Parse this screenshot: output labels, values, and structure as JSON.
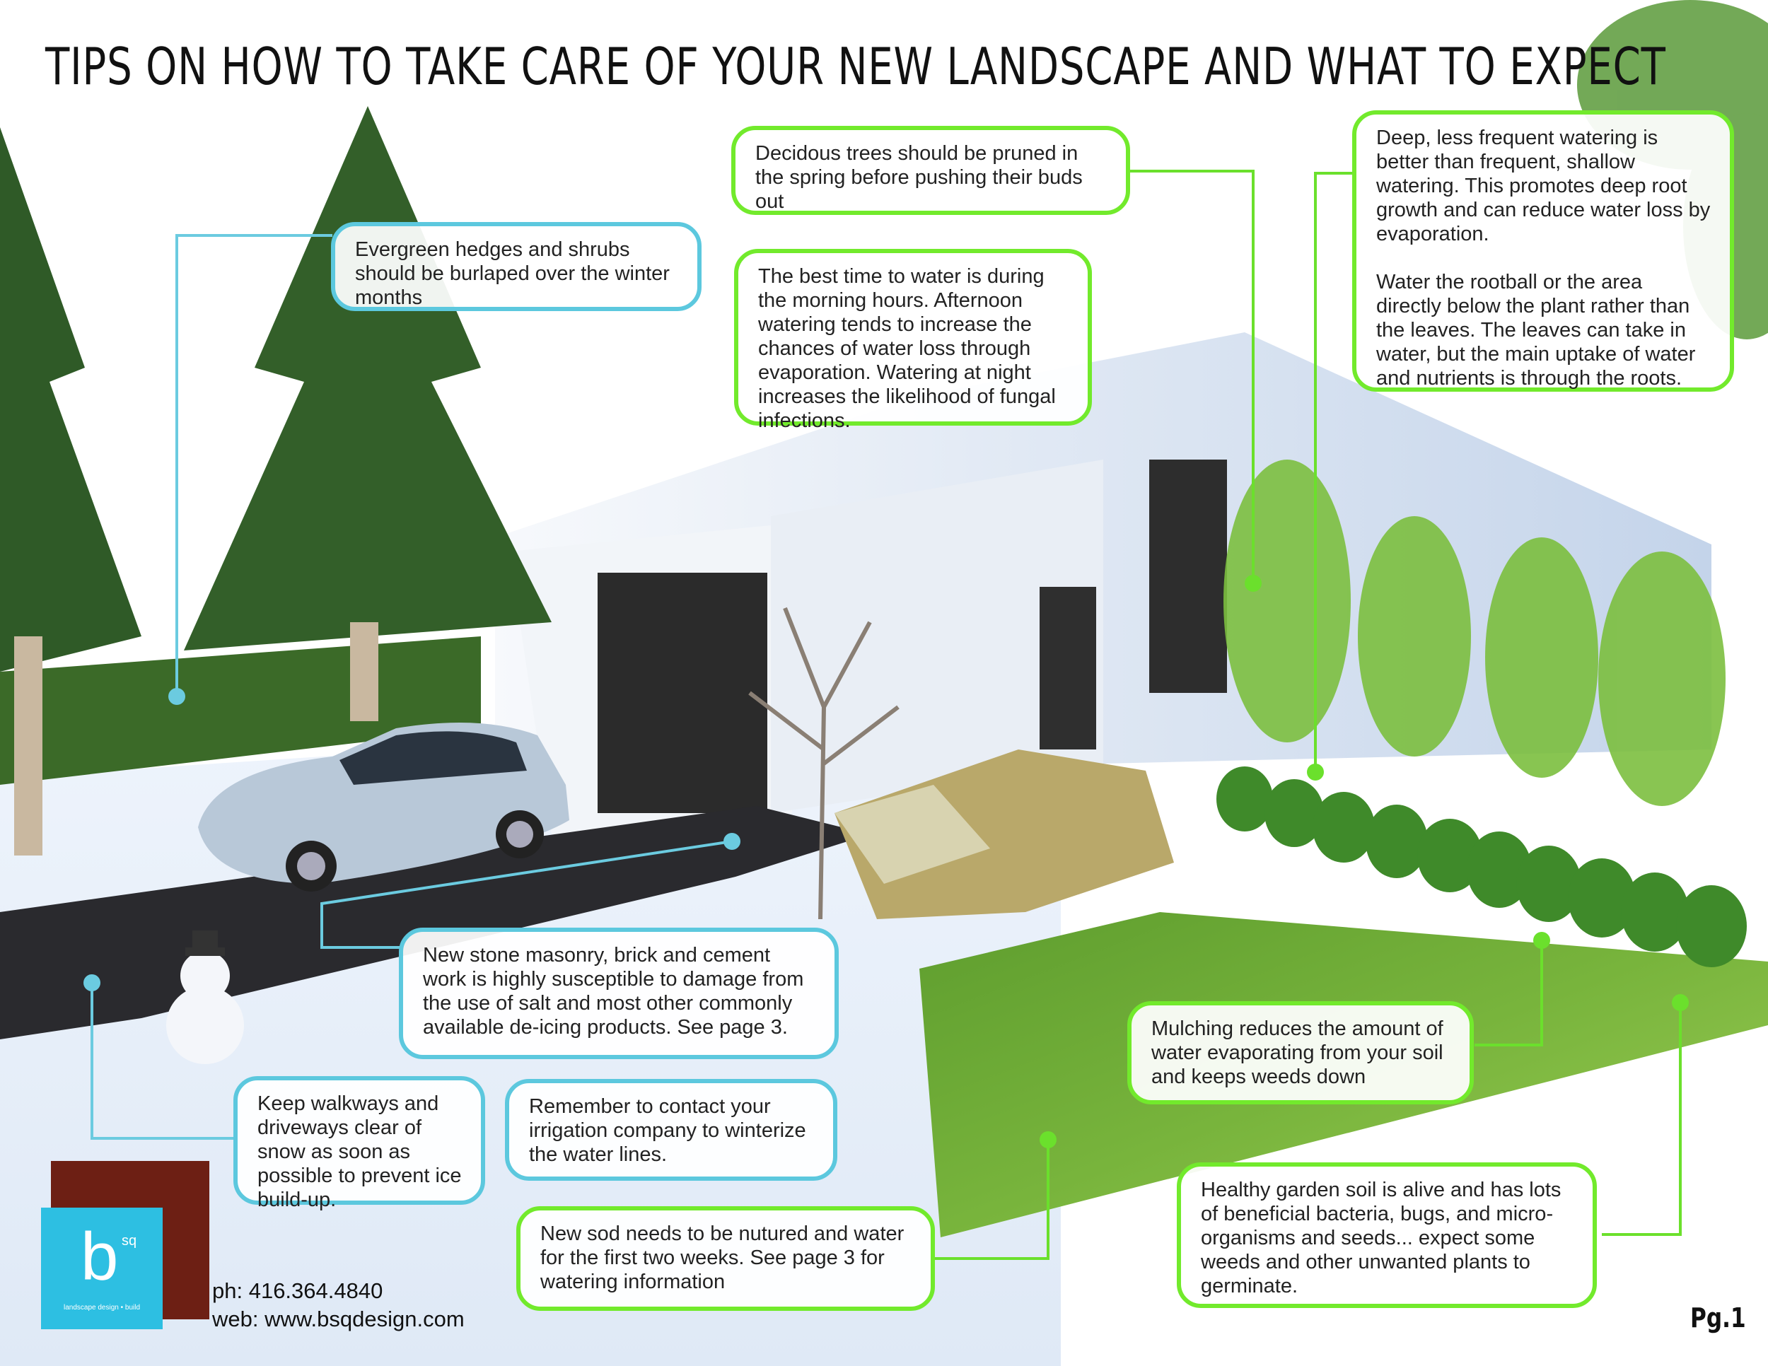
{
  "title": "TIPS ON HOW TO TAKE CARE OF YOUR NEW LANDSCAPE AND WHAT TO EXPECT",
  "callouts": {
    "pruning": "Decidous trees should be pruned in the spring before pushing their buds out",
    "deep_watering": "Deep, less frequent watering is better than frequent, shallow watering. This promotes deep root growth and can reduce water loss by evaporation.",
    "rootball": "Water the rootball or the area directly below the plant rather than the leaves. The leaves can take in water, but the main uptake of water and nutrients is through the roots.",
    "burlap": "Evergreen hedges and shrubs should be burlaped over the winter months",
    "time_to_water": "The best time to water is during the morning hours. Afternoon watering tends to increase the chances of water loss through evaporation. Watering at night increases the likelihood of fungal infections.",
    "masonry": "New stone masonry, brick and cement work is highly susceptible to damage from the use of salt and most other commonly available de-icing products. See page 3.",
    "mulching": "Mulching reduces the amount of water evaporating from your soil and keeps weeds down",
    "walkways": "Keep walkways and driveways clear of snow as soon as possible to prevent ice build-up.",
    "irrigation": "Remember to contact your irrigation company to winterize the water lines.",
    "soil": "Healthy garden soil is alive and has lots of beneficial bacteria, bugs, and micro-organisms and seeds... expect some weeds and other unwanted plants to germinate.",
    "sod": "New sod needs to be nutured and water for the first two weeks. See page 3 for watering information"
  },
  "contact": {
    "phone": "ph: 416.364.4840",
    "web": "web: www.bsqdesign.com"
  },
  "logo": {
    "letter": "b",
    "superscript": "sq",
    "tagline": "landscape design • build"
  },
  "page_number": "Pg.1",
  "colors": {
    "green_callout": "#72ea2c",
    "blue_callout": "#5cc8de",
    "logo_front": "#2dbfe2",
    "logo_back": "#6d1f14"
  }
}
